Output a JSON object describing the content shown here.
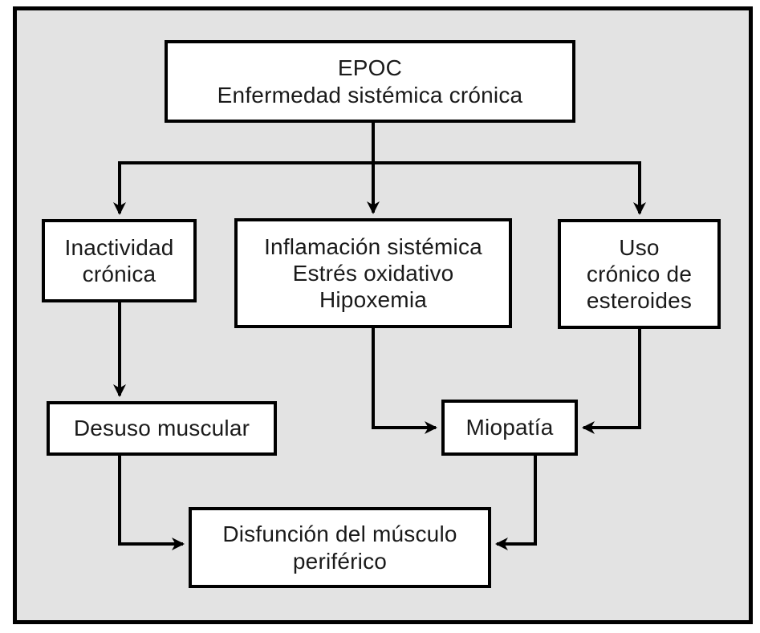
{
  "diagram": {
    "title": "EPOC flowchart",
    "colors": {
      "background": "#e3e3e3",
      "frame_border": "#000000",
      "box_fill": "#ffffff",
      "box_border": "#000000",
      "line": "#000000",
      "text": "#1a1a1a"
    },
    "nodes": {
      "epoc": {
        "lines": [
          "EPOC",
          "Enfermedad sistémica crónica"
        ]
      },
      "inactividad": {
        "lines": [
          "Inactividad",
          "crónica"
        ]
      },
      "inflamacion": {
        "lines": [
          "Inflamación sistémica",
          "Estrés oxidativo",
          "Hipoxemia"
        ]
      },
      "esteroides": {
        "lines": [
          "Uso",
          "crónico de",
          "esteroides"
        ]
      },
      "desuso": {
        "lines": [
          "Desuso muscular"
        ]
      },
      "miopatia": {
        "lines": [
          "Miopatía"
        ]
      },
      "disfuncion": {
        "lines": [
          "Disfunción del músculo",
          "periférico"
        ]
      }
    },
    "edges": [
      {
        "from": "epoc",
        "to": "inactividad"
      },
      {
        "from": "epoc",
        "to": "inflamacion"
      },
      {
        "from": "epoc",
        "to": "esteroides"
      },
      {
        "from": "inactividad",
        "to": "desuso"
      },
      {
        "from": "inflamacion",
        "to": "miopatia"
      },
      {
        "from": "esteroides",
        "to": "miopatia"
      },
      {
        "from": "desuso",
        "to": "disfuncion"
      },
      {
        "from": "miopatia",
        "to": "disfuncion"
      }
    ]
  }
}
